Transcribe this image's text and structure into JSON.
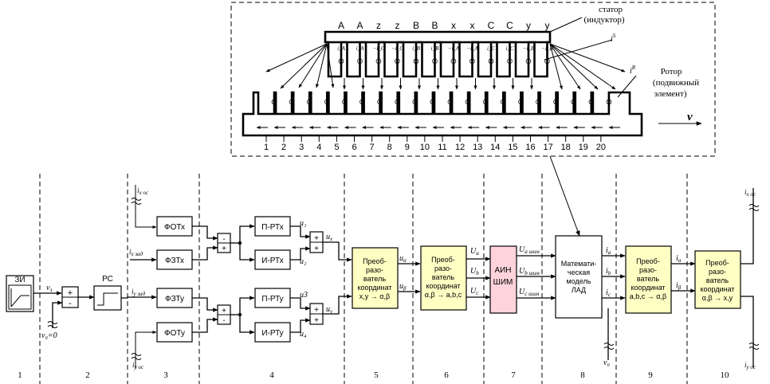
{
  "machine": {
    "stator_label": [
      "статор",
      "(индуктор)"
    ],
    "rotor_label": [
      "Ротор",
      "(подвижный",
      "элемент)"
    ],
    "speed_symbol": "v",
    "phase_letters": [
      "A",
      "A",
      "z",
      "z",
      "B",
      "B",
      "x",
      "x",
      "C",
      "C",
      "y",
      "y"
    ],
    "currents": [
      "i_A",
      "i_A",
      "−i_C",
      "−i_C",
      "i_B",
      "i_B",
      "−i_A",
      "−i_A",
      "i_C",
      "i_C",
      "−i_B",
      "−i_B"
    ],
    "stator_current_label": "i^S",
    "rotor_current_label": "i^R",
    "conductor_marks": [
      "⊗",
      "⊙",
      "⊙",
      "⊗",
      "⊗",
      "⊙",
      "⊙",
      "⊗",
      "⊗",
      "⊙",
      "⊙",
      "⊙"
    ],
    "rotor_marks": [
      "⊗",
      "⊙",
      "⊙",
      "⊙",
      "⊙",
      "⊗",
      "⊙",
      "⊙",
      "⊙",
      "⊙",
      "⊙",
      "⊙",
      "⊙",
      "⊙",
      "⊙",
      "⊙",
      "⊗",
      "⊗",
      "⊗",
      "⊗"
    ],
    "slot_numbers": [
      "1",
      "2",
      "3",
      "4",
      "5",
      "6",
      "7",
      "8",
      "9",
      "10",
      "11",
      "12",
      "13",
      "14",
      "15",
      "16",
      "17",
      "18",
      "19",
      "20"
    ]
  },
  "blocks": {
    "zi": "ЗИ",
    "rs": "РС",
    "fotx": "ФОТх",
    "fztx": "ФЗТх",
    "fzty": "ФЗТу",
    "foty": "ФОТу",
    "prtx": "П-РТх",
    "irtx": "И-РТх",
    "prty": "П-РТу",
    "irty": "И-РТу",
    "conv1": [
      "Преоб-",
      "разо-",
      "ватель",
      "координат",
      "x,y → α,β"
    ],
    "conv2": [
      "Преоб-",
      "разо-",
      "ватель",
      "координат",
      "α,β → a,b,c"
    ],
    "ain": [
      "АИН",
      "ШИМ"
    ],
    "model": [
      "Математи-",
      "ческая",
      "модель",
      "ЛАД"
    ],
    "conv3": [
      "Преоб-",
      "разо-",
      "ватель",
      "координат",
      "a,b,c → α,β"
    ],
    "conv4": [
      "Преоб-",
      "разо-",
      "ватель",
      "координат",
      "α,β → x,y"
    ]
  },
  "signals": {
    "vz": "v_з",
    "v0": "v₀=0",
    "ix_oc": "i_x ос",
    "ix_zad": "i_x зад",
    "iy_zad": "i_y зад",
    "iy_oc": "i_y ос",
    "u1": "u₁",
    "u2": "u₂",
    "u3": "u3",
    "u4": "u₄",
    "ux": "u_x",
    "uy": "u_y",
    "ua": "u_α",
    "ub": "u_β",
    "Ua": "U_a",
    "Ub": "U_b",
    "Uc": "U_c",
    "Ua_shim": "U_a шим",
    "Ub_shim": "U_b шим",
    "Uc_shim": "U_c шим",
    "ia": "i_a",
    "ib": "i_b",
    "ic": "i_c",
    "ialpha": "i_α",
    "ibeta": "i_β",
    "ix_oc_out": "i_x ос",
    "iy_oc_out": "i_y ос",
    "v0_out": "v₀"
  },
  "section_numbers": [
    "1",
    "2",
    "3",
    "4",
    "5",
    "6",
    "7",
    "8",
    "9",
    "10"
  ]
}
